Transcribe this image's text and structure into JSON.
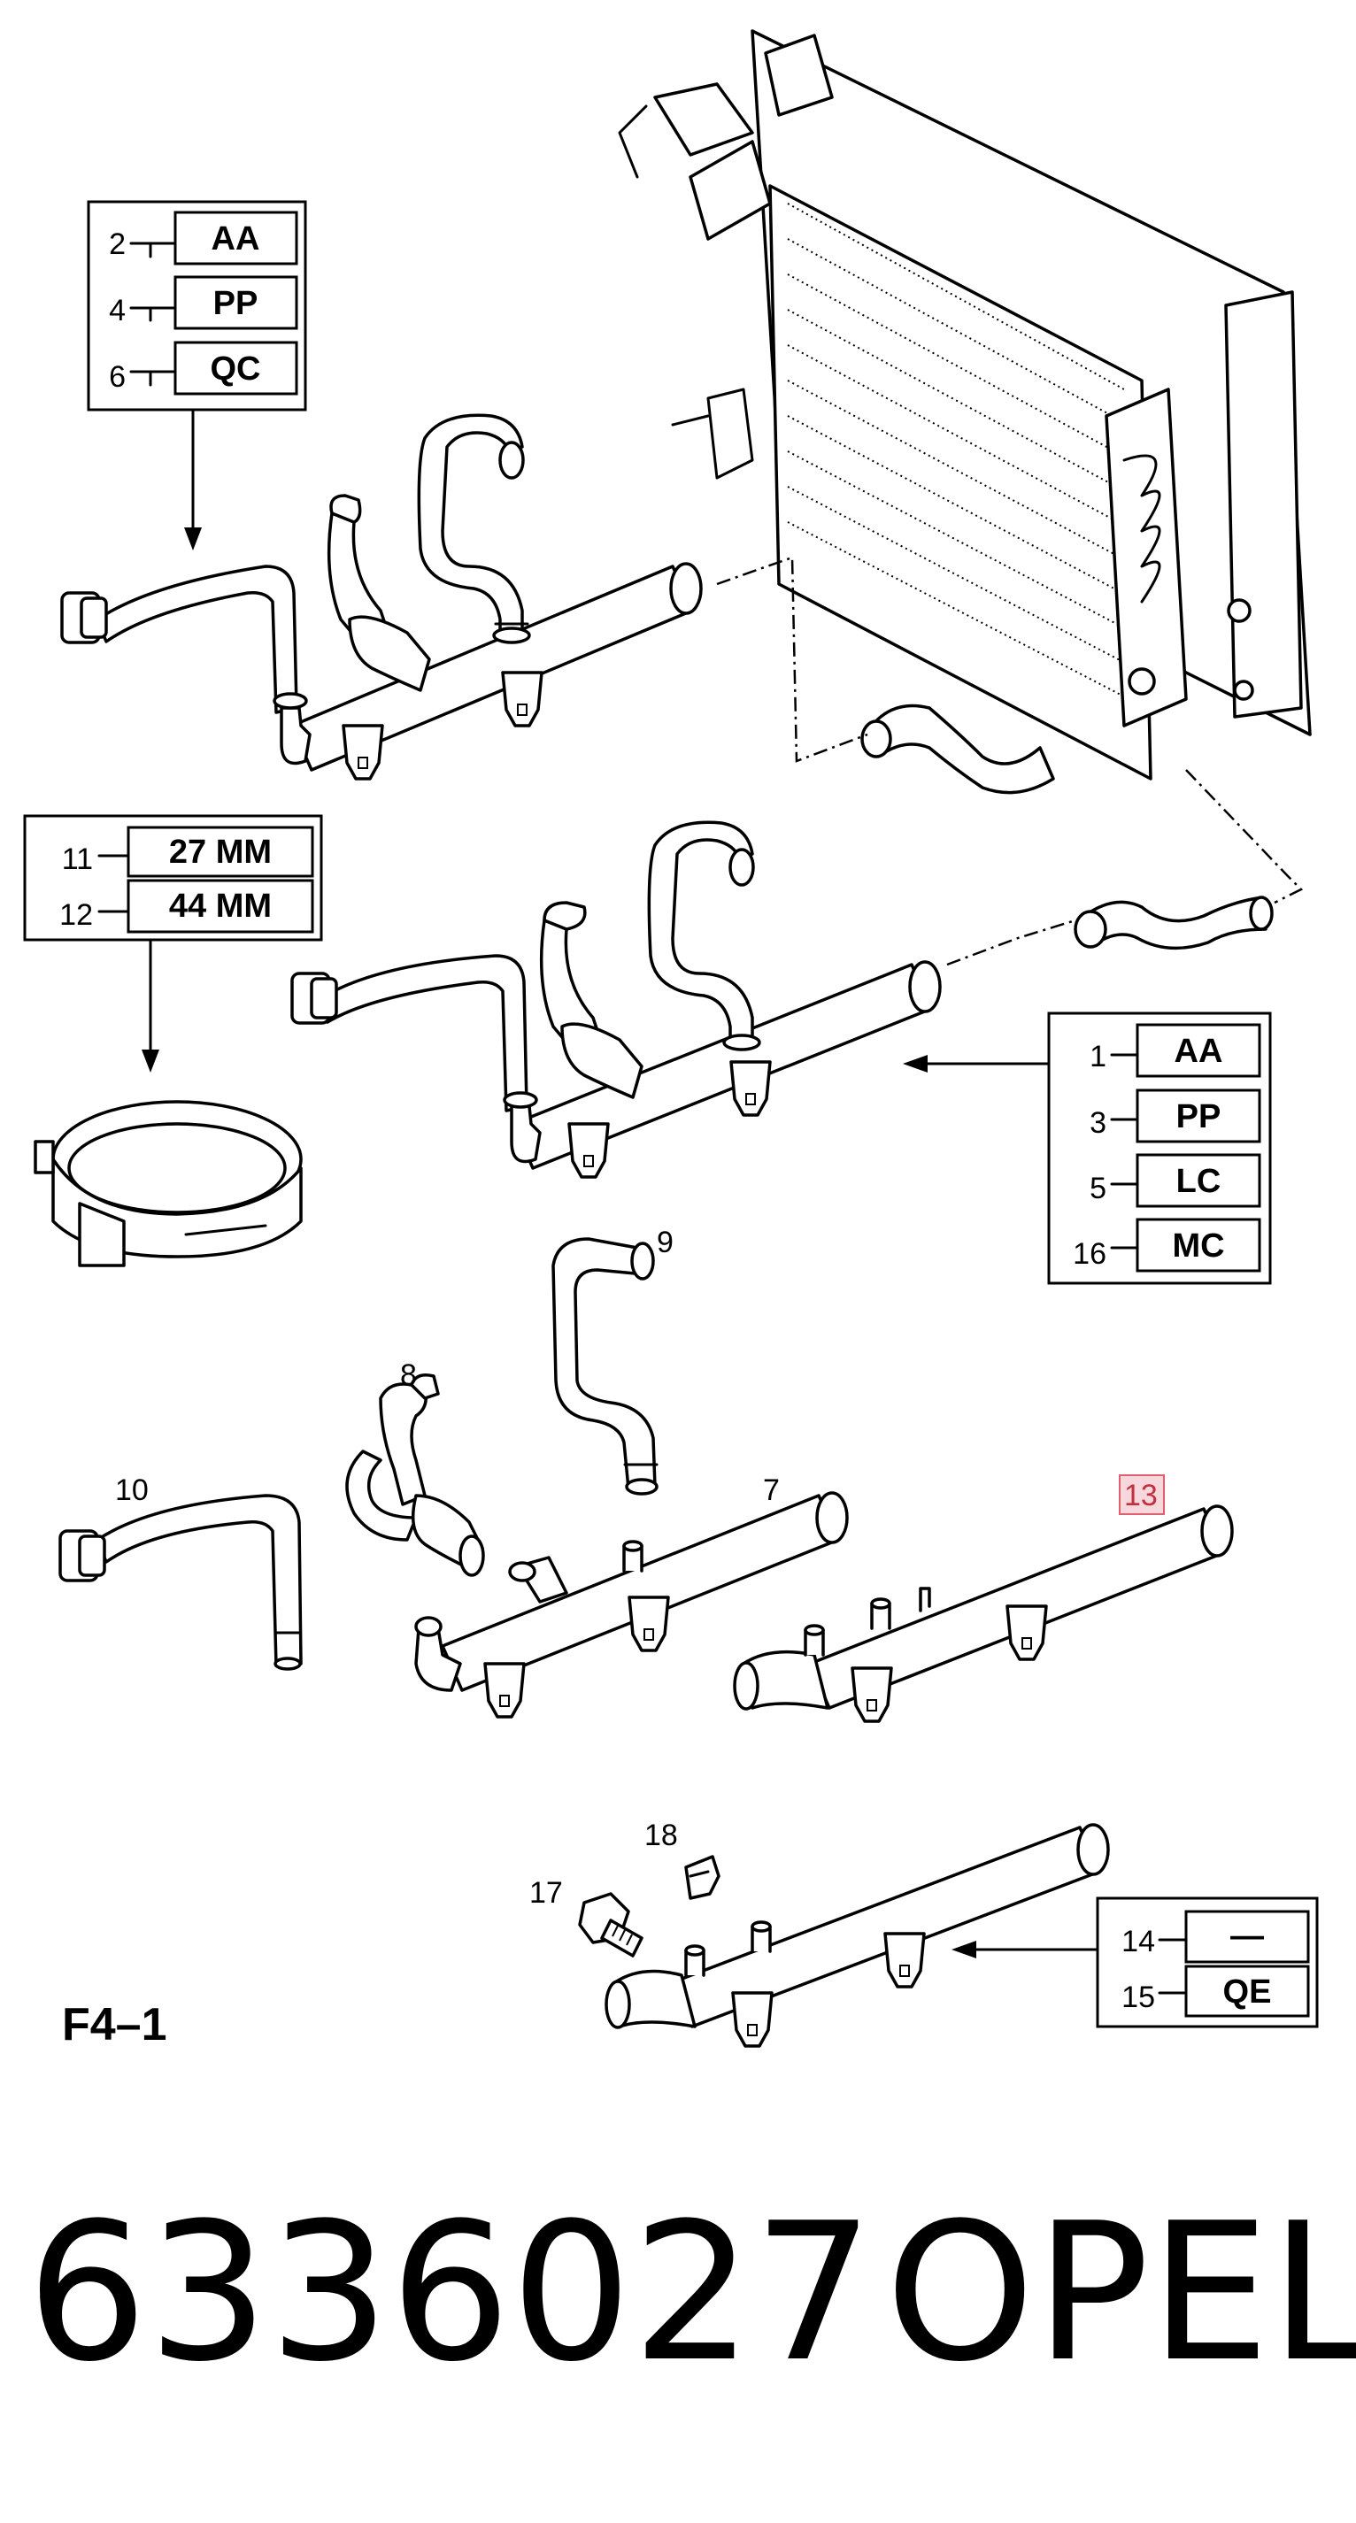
{
  "figure_code": "F4–1",
  "part_number": "6336027",
  "brand": "OPEL",
  "callouts": {
    "c7": "7",
    "c8": "8",
    "c9": "9",
    "c10": "10",
    "c13": "13",
    "c17": "17",
    "c18": "18"
  },
  "legend_top": [
    {
      "num": "2",
      "code": "AA"
    },
    {
      "num": "4",
      "code": "PP"
    },
    {
      "num": "6",
      "code": "QC"
    }
  ],
  "legend_clamp": [
    {
      "num": "11",
      "code": "27 MM"
    },
    {
      "num": "12",
      "code": "44 MM"
    }
  ],
  "legend_right": [
    {
      "num": "1",
      "code": "AA"
    },
    {
      "num": "3",
      "code": "PP"
    },
    {
      "num": "5",
      "code": "LC"
    },
    {
      "num": "16",
      "code": "MC"
    }
  ],
  "legend_bottom": [
    {
      "num": "14",
      "code": "—"
    },
    {
      "num": "15",
      "code": "QE"
    }
  ],
  "highlight_color": "#f6d8dc"
}
